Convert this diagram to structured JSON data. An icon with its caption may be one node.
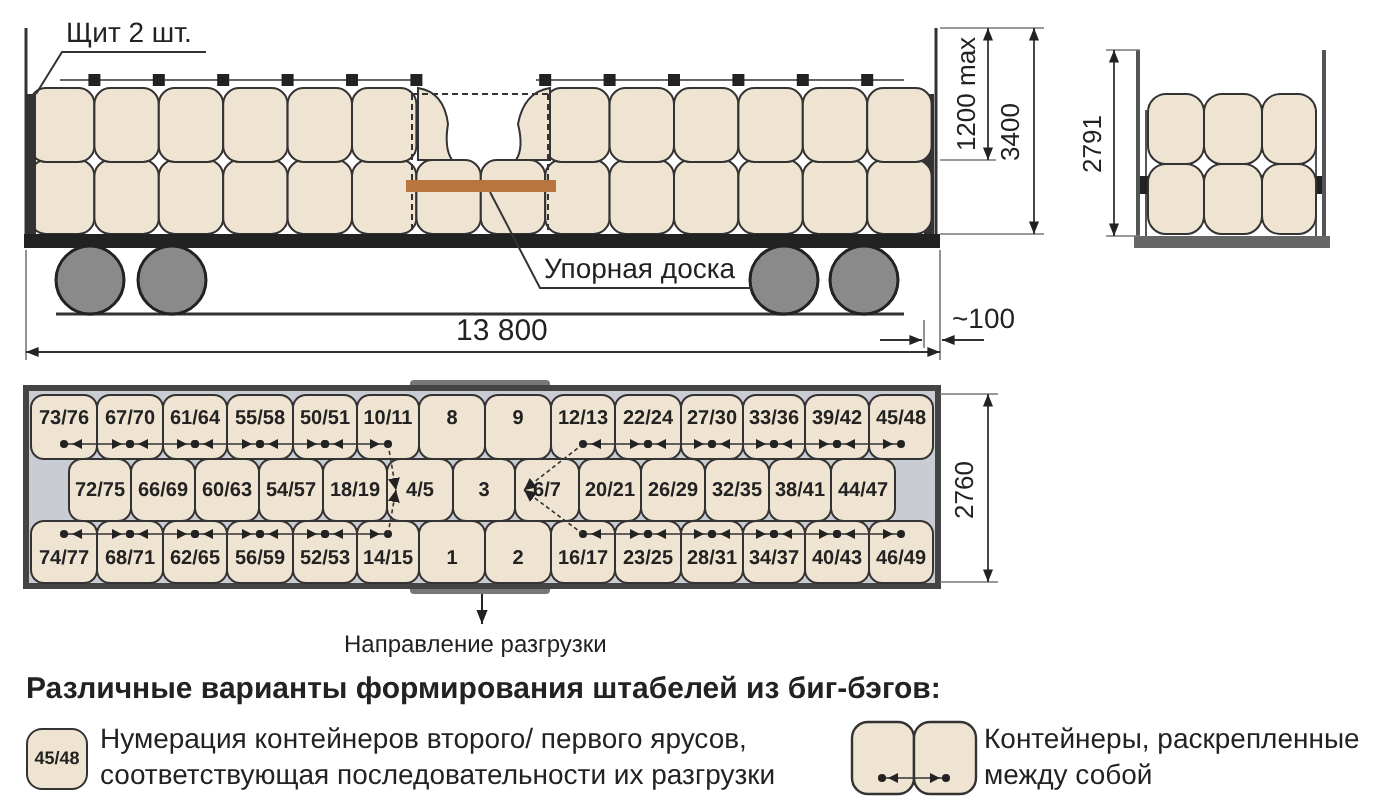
{
  "diagram": {
    "title": "Различные варианты формирования штабелей из биг-бэгов:",
    "nodes": [
      {
        "text": [
          "Щит 2 шт."
        ]
      },
      {
        "text": [],
        "shape": "bar"
      },
      {
        "text": [
          "Упорная доска"
        ]
      },
      {
        "text": [],
        "shape": "bar"
      },
      {
        "text": [
          "73/76"
        ]
      },
      {
        "text": [
          "67/70"
        ]
      },
      {
        "text": [
          "61/64"
        ]
      },
      {
        "text": [
          "55/58"
        ]
      },
      {
        "text": [
          "50/51"
        ]
      },
      {
        "text": [
          "10/11"
        ]
      },
      {
        "text": [
          "8"
        ]
      },
      {
        "text": [
          "9"
        ]
      },
      {
        "text": [
          "12/13"
        ]
      },
      {
        "text": [
          "22/24"
        ]
      },
      {
        "text": [
          "27/30"
        ]
      },
      {
        "text": [
          "33/36"
        ]
      },
      {
        "text": [
          "39/42"
        ]
      },
      {
        "text": [
          "45/48"
        ]
      },
      {
        "text": [
          "72/75"
        ]
      },
      {
        "text": [
          "66/69"
        ]
      },
      {
        "text": [
          "60/63"
        ]
      },
      {
        "text": [
          "54/57"
        ]
      },
      {
        "text": [
          "18/19"
        ]
      },
      {
        "text": [
          "4/5"
        ]
      },
      {
        "text": [
          "3"
        ]
      },
      {
        "text": [
          "6/7"
        ]
      },
      {
        "text": [
          "20/21"
        ]
      },
      {
        "text": [
          "26/29"
        ]
      },
      {
        "text": [
          "32/35"
        ]
      },
      {
        "text": [
          "38/41"
        ]
      },
      {
        "text": [
          "44/47"
        ]
      },
      {
        "text": [
          "74/77"
        ]
      },
      {
        "text": [
          "68/71"
        ]
      },
      {
        "text": [
          "62/65"
        ]
      },
      {
        "text": [
          "56/59"
        ]
      },
      {
        "text": [
          "52/53"
        ]
      },
      {
        "text": [
          "14/15"
        ]
      },
      {
        "text": [
          "1"
        ]
      },
      {
        "text": [
          "2"
        ]
      },
      {
        "text": [
          "16/17"
        ]
      },
      {
        "text": [
          "23/25"
        ]
      },
      {
        "text": [
          "28/31"
        ]
      },
      {
        "text": [
          "34/37"
        ]
      },
      {
        "text": [
          "40/43"
        ]
      },
      {
        "text": [
          "46/49"
        ]
      }
    ],
    "edges": [
      {
        "from": 0,
        "to": 1,
        "arrow": "none"
      },
      {
        "from": 2,
        "to": 3,
        "arrow": "none"
      },
      {
        "from": 4,
        "to": 5,
        "arrow": "both"
      },
      {
        "from": 5,
        "to": 6,
        "arrow": "both"
      },
      {
        "from": 6,
        "to": 7,
        "arrow": "both"
      },
      {
        "from": 7,
        "to": 8,
        "arrow": "both"
      },
      {
        "from": 8,
        "to": 9,
        "arrow": "both"
      },
      {
        "from": 12,
        "to": 13,
        "arrow": "both"
      },
      {
        "from": 13,
        "to": 14,
        "arrow": "both"
      },
      {
        "from": 14,
        "to": 15,
        "arrow": "both"
      },
      {
        "from": 15,
        "to": 16,
        "arrow": "both"
      },
      {
        "from": 16,
        "to": 17,
        "arrow": "both"
      },
      {
        "from": 31,
        "to": 32,
        "arrow": "both"
      },
      {
        "from": 32,
        "to": 33,
        "arrow": "both"
      },
      {
        "from": 33,
        "to": 34,
        "arrow": "both"
      },
      {
        "from": 34,
        "to": 35,
        "arrow": "both"
      },
      {
        "from": 35,
        "to": 36,
        "arrow": "both"
      },
      {
        "from": 39,
        "to": 40,
        "arrow": "both"
      },
      {
        "from": 40,
        "to": 41,
        "arrow": "both"
      },
      {
        "from": 41,
        "to": 42,
        "arrow": "both"
      },
      {
        "from": 42,
        "to": 43,
        "arrow": "both"
      },
      {
        "from": 43,
        "to": 44,
        "arrow": "both"
      },
      {
        "from": 9,
        "to": 23,
        "arrow": "to",
        "style": "dashed"
      },
      {
        "from": 36,
        "to": 23,
        "arrow": "to",
        "style": "dashed"
      },
      {
        "from": 12,
        "to": 25,
        "arrow": "to",
        "style": "dashed"
      },
      {
        "from": 39,
        "to": 25,
        "arrow": "to",
        "style": "dashed"
      }
    ],
    "labels": [
      "1200 max",
      "3400",
      "13 800",
      "~100",
      "2791",
      "2760",
      "Направление разгрузки",
      "45/48"
    ],
    "legend": [
      {
        "text": "Нумерация контейнеров второго/ первого ярусов, соответствующая последовательности их разгрузки"
      },
      {
        "text": "Контейнеры, раскрепленные между собой"
      }
    ]
  }
}
